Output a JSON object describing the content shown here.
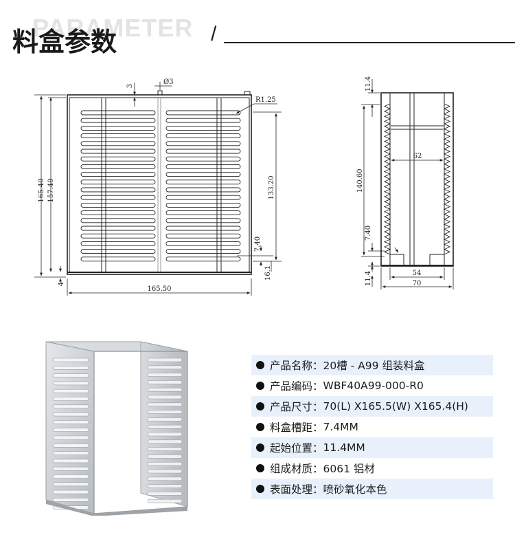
{
  "header": {
    "background_word": "PARAMETER",
    "title": "料盒参数",
    "slash": "/"
  },
  "drawing": {
    "front_view": {
      "dims": {
        "overall_height": "165.40",
        "inner_height": "157.40",
        "slot_span": "133.20",
        "top_offset": "3",
        "hole": "Ø3",
        "radius": "R1.25",
        "pitch": "7.40",
        "foot": "4",
        "bottom_gap": "16.1",
        "width": "165.50"
      }
    },
    "side_view": {
      "dims": {
        "top_offset": "11.4",
        "slot_span": "140.60",
        "inner_width": "62",
        "pitch": "7.40",
        "bottom_offset": "11.4",
        "base_width": "54",
        "width": "70"
      }
    }
  },
  "specs": [
    {
      "label": "产品名称：",
      "value": "20槽 - A99 组装料盒",
      "shaded": true
    },
    {
      "label": "产品编码：",
      "value": "WBF40A99-000-R0",
      "shaded": false
    },
    {
      "label": "产品尺寸：",
      "value": "70(L) X165.5(W) X165.4(H)",
      "shaded": true
    },
    {
      "label": "料盒槽距：",
      "value": "7.4MM",
      "shaded": false
    },
    {
      "label": "起始位置：",
      "value": "11.4MM",
      "shaded": true
    },
    {
      "label": "组成材质：",
      "value": "6061 铝材",
      "shaded": false
    },
    {
      "label": "表面处理：",
      "value": "喷砂氧化本色",
      "shaded": true
    }
  ],
  "colors": {
    "row_shade": "#e8f1fb",
    "line": "#222222",
    "photo_metal": "#c9cdd1"
  }
}
